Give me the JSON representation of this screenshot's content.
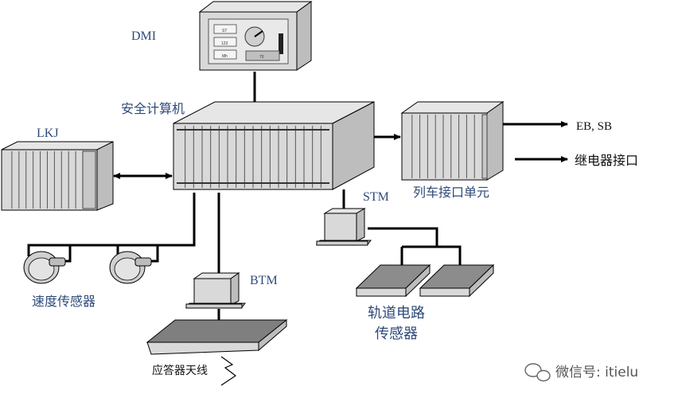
{
  "diagram": {
    "labels": {
      "dmi": "DMI",
      "safety_computer": "安全计算机",
      "lkj": "LKJ",
      "speed_sensor": "速度传感器",
      "btm": "BTM",
      "transponder_antenna": "应答器天线",
      "stm": "STM",
      "track_circuit_line1": "轨道电路",
      "track_circuit_line2": "传感器",
      "train_interface_unit": "列车接口单元",
      "eb_sb": "EB, SB",
      "relay_interface": "继电器接口"
    },
    "dmi_screen": {
      "box1": "ST",
      "box2": "123",
      "box3": "Mh",
      "bottom": "70"
    },
    "watermark": {
      "text": "微信号: itielu",
      "icon": "wechat-icon"
    },
    "colors": {
      "label_blue": "#2e4a7a",
      "rack_face": "#d9d9d9",
      "rack_side": "#bdbdbd",
      "rack_top": "#e6e6e6",
      "sensor_pad": "#7f7f7f",
      "line": "#000000"
    }
  }
}
